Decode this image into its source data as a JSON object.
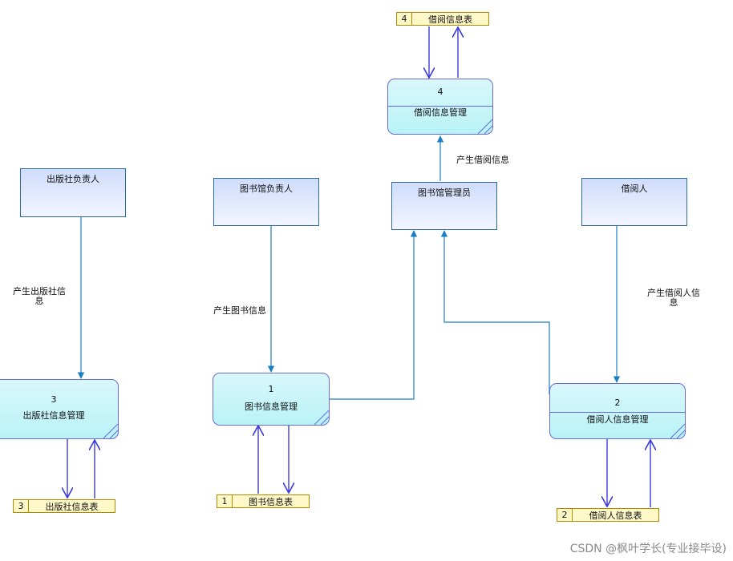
{
  "entities": {
    "publisher_head": "出版社负责人",
    "library_head": "图书馆负责人",
    "librarian": "图书馆管理员",
    "borrower": "借阅人"
  },
  "processes": {
    "p1": {
      "id": "1",
      "name": "图书信息管理"
    },
    "p2": {
      "id": "2",
      "name": "借阅人信息管理"
    },
    "p3": {
      "id": "3",
      "name": "出版社信息管理"
    },
    "p4": {
      "id": "4",
      "name": "借阅信息管理"
    }
  },
  "stores": {
    "s1": {
      "id": "1",
      "name": "图书信息表"
    },
    "s2": {
      "id": "2",
      "name": "借阅人信息表"
    },
    "s3": {
      "id": "3",
      "name": "出版社信息表"
    },
    "s4": {
      "id": "4",
      "name": "借阅信息表"
    }
  },
  "flows": {
    "publisher": "产生出版社信\n息",
    "book": "产生图书信息",
    "borrow": "产生借阅信息",
    "borrower": "产生借阅人信\n息"
  },
  "watermark": "CSDN @枫叶学长(专业接毕设)"
}
